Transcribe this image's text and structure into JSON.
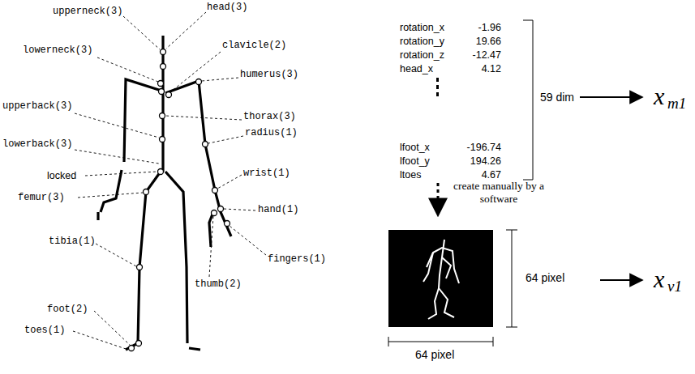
{
  "diagram": {
    "labels": [
      "upperneck(3)",
      "head(3)",
      "lowerneck(3)",
      "clavicle(2)",
      "humerus(3)",
      "upperback(3)",
      "thorax(3)",
      "radius(1)",
      "lowerback(3)",
      "locked",
      "wrist(1)",
      "femur(3)",
      "hand(1)",
      "fingers(1)",
      "tibia(1)",
      "thumb(2)",
      "foot(2)",
      "toes(1)",
      "rotation_x",
      "-1.96",
      "rotation_y",
      "19.66",
      "rotation_z",
      "-12.47",
      "head_x",
      "4.12",
      "lfoot_x",
      "-196.74",
      "lfoot_y",
      "194.26",
      "ltoes",
      "4.67",
      "59 dim",
      "x",
      "m1",
      "create manually by a software",
      "64 pixel",
      "64 pixel",
      "x",
      "v1"
    ]
  }
}
